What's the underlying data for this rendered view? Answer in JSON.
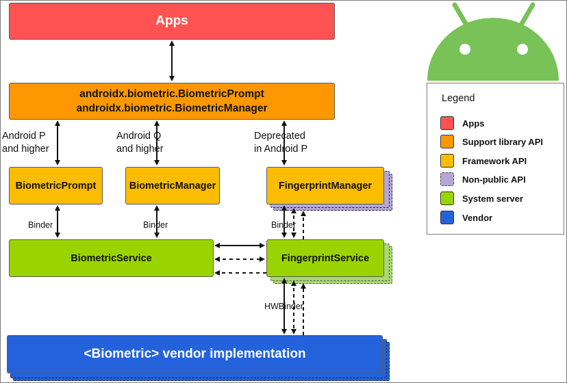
{
  "diagram": {
    "colors": {
      "apps": "#ff5252",
      "support_library": "#ff9800",
      "framework": "#fbbc04",
      "non_public": "#b4a7d6",
      "system_server": "#9ad400",
      "system_server_shadow": "#a9d96e",
      "vendor": "#2462dc",
      "android_green": "#78c257"
    },
    "boxes": {
      "apps": "Apps",
      "support_library_line1": "androidx.biometric.BiometricPrompt",
      "support_library_line2": "androidx.biometric.BiometricManager",
      "biometric_prompt": "BiometricPrompt",
      "biometric_manager": "BiometricManager",
      "fingerprint_manager": "FingerprintManager",
      "biometric_service": "BiometricService",
      "fingerprint_service": "FingerprintService",
      "vendor": "<Biometric> vendor implementation"
    },
    "annotations": {
      "android_p_line1": "Android P",
      "android_p_line2": "and higher",
      "android_q_line1": "Android Q",
      "android_q_line2": "and higher",
      "deprecated_line1": "Deprecated",
      "deprecated_line2": "in Android P",
      "binder_1": "Binder",
      "binder_2": "Binder",
      "binder_3": "Binder",
      "hwbinder": "HWBinder"
    }
  },
  "legend": {
    "title": "Legend",
    "items": [
      {
        "label": "Apps",
        "color": "#ff5252",
        "style": "solid"
      },
      {
        "label": "Support library API",
        "color": "#ff9800",
        "style": "solid"
      },
      {
        "label": "Framework API",
        "color": "#fbbc04",
        "style": "solid"
      },
      {
        "label": "Non-public API",
        "color": "#b4a7d6",
        "style": "dashed"
      },
      {
        "label": "System server",
        "color": "#9ad400",
        "style": "solid"
      },
      {
        "label": "Vendor",
        "color": "#2462dc",
        "style": "solid"
      }
    ]
  },
  "logo": {
    "icon": "android-robot-head"
  }
}
